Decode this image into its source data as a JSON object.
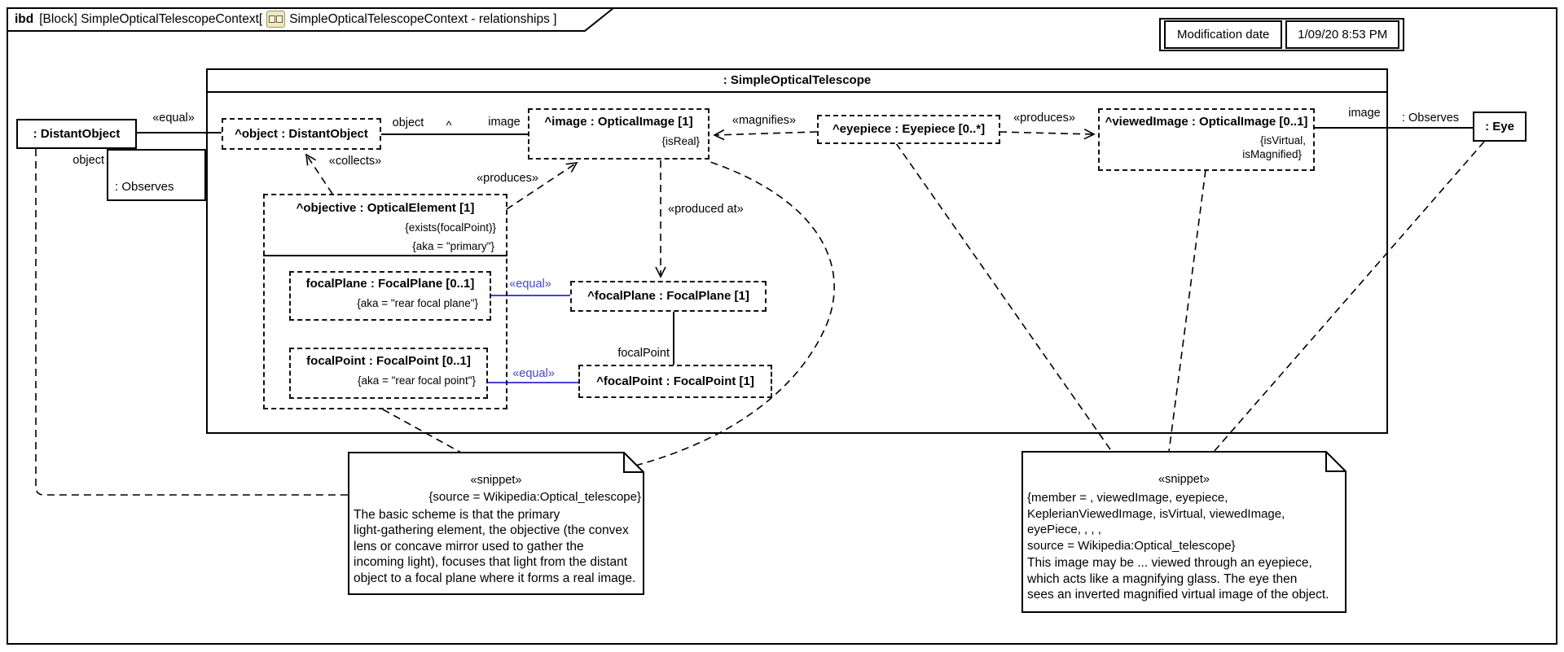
{
  "frame": {
    "kind": "ibd",
    "title_rest": "[Block] SimpleOpticalTelescopeContext[",
    "title_diagram": "SimpleOpticalTelescopeContext - relationships ]",
    "modification": {
      "label": "Modification date",
      "value": "1/09/20 8:53 PM"
    }
  },
  "telescope": {
    "title": ": SimpleOpticalTelescope"
  },
  "parts": {
    "distant_object": {
      "name": ": DistantObject"
    },
    "object_part": {
      "name": "^object : DistantObject"
    },
    "image_part": {
      "name": "^image : OpticalImage [1]",
      "constraint": "{isReal}"
    },
    "eyepiece": {
      "name": "^eyepiece : Eyepiece [0..*]"
    },
    "viewed_image": {
      "name": "^viewedImage : OpticalImage [0..1]",
      "constraint1": "{isVirtual,",
      "constraint2": "isMagnified}"
    },
    "eye": {
      "name": ": Eye"
    },
    "objective": {
      "name": "^objective : OpticalElement [1]",
      "constraint1": "{exists(focalPoint)}",
      "constraint2": "{aka = \"primary\"}"
    },
    "focal_plane_inner": {
      "name": "focalPlane : FocalPlane [0..1]",
      "constraint": "{aka = \"rear focal plane\"}"
    },
    "focal_point_inner": {
      "name": "focalPoint : FocalPoint [0..1]",
      "constraint": "{aka = \"rear focal point\"}"
    },
    "focal_plane": {
      "name": "^focalPlane : FocalPlane [1]"
    },
    "focal_point": {
      "name": "^focalPoint : FocalPoint [1]"
    }
  },
  "labels": {
    "equal_left": "«equal»",
    "object_role_left": "object",
    "observes_left": ": Observes",
    "object_role_mid": "object",
    "caret": "^",
    "image_role_mid": "image",
    "collects": "«collects»",
    "produces_left": "«produces»",
    "magnifies": "«magnifies»",
    "produces_right": "«produces»",
    "produced_at": "«produced at»",
    "focal_point_role": "focalPoint",
    "equal_blue_1": "«equal»",
    "equal_blue_2": "«equal»",
    "image_role_right": "image",
    "observes_right": ": Observes"
  },
  "notes": {
    "left": {
      "stereotype": "«snippet»",
      "source": "{source = Wikipedia:Optical_telescope}",
      "body": [
        "The basic scheme is that the primary",
        "light-gathering element, the objective (the convex",
        "lens or concave mirror used to gather the",
        "incoming light), focuses that light from the distant",
        "object to a focal plane where it forms a real image."
      ]
    },
    "right": {
      "stereotype": "«snippet»",
      "meta": [
        "{member = , viewedImage, eyepiece,",
        "KeplerianViewedImage, isVirtual, viewedImage,",
        "eyePiece, , , ,",
        "source = Wikipedia:Optical_telescope}"
      ],
      "body": [
        "This image may be ... viewed through an eyepiece,",
        "which acts like a magnifying glass. The eye then",
        "sees an inverted magnified virtual image of the object."
      ]
    }
  },
  "colors": {
    "equal_blue": "#4444d4",
    "icon_fill": "#efe8c6",
    "icon_border": "#a2935a"
  }
}
